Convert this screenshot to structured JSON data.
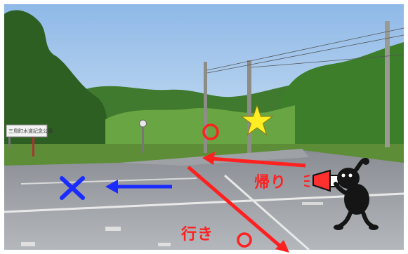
{
  "labels": {
    "return": "帰り",
    "go": "行き",
    "sign": "三島町水道記念公園"
  },
  "colors": {
    "arrow_red": "#ff2020",
    "arrow_blue": "#1a2cff",
    "cross_blue": "#1a2cff",
    "circle_red": "#ff2020",
    "star_yellow": "#ffee22",
    "sky": "#a9c9ea"
  },
  "icons": [
    "star-icon",
    "circle-marker-icon",
    "cross-icon",
    "megaphone-figure-icon"
  ]
}
